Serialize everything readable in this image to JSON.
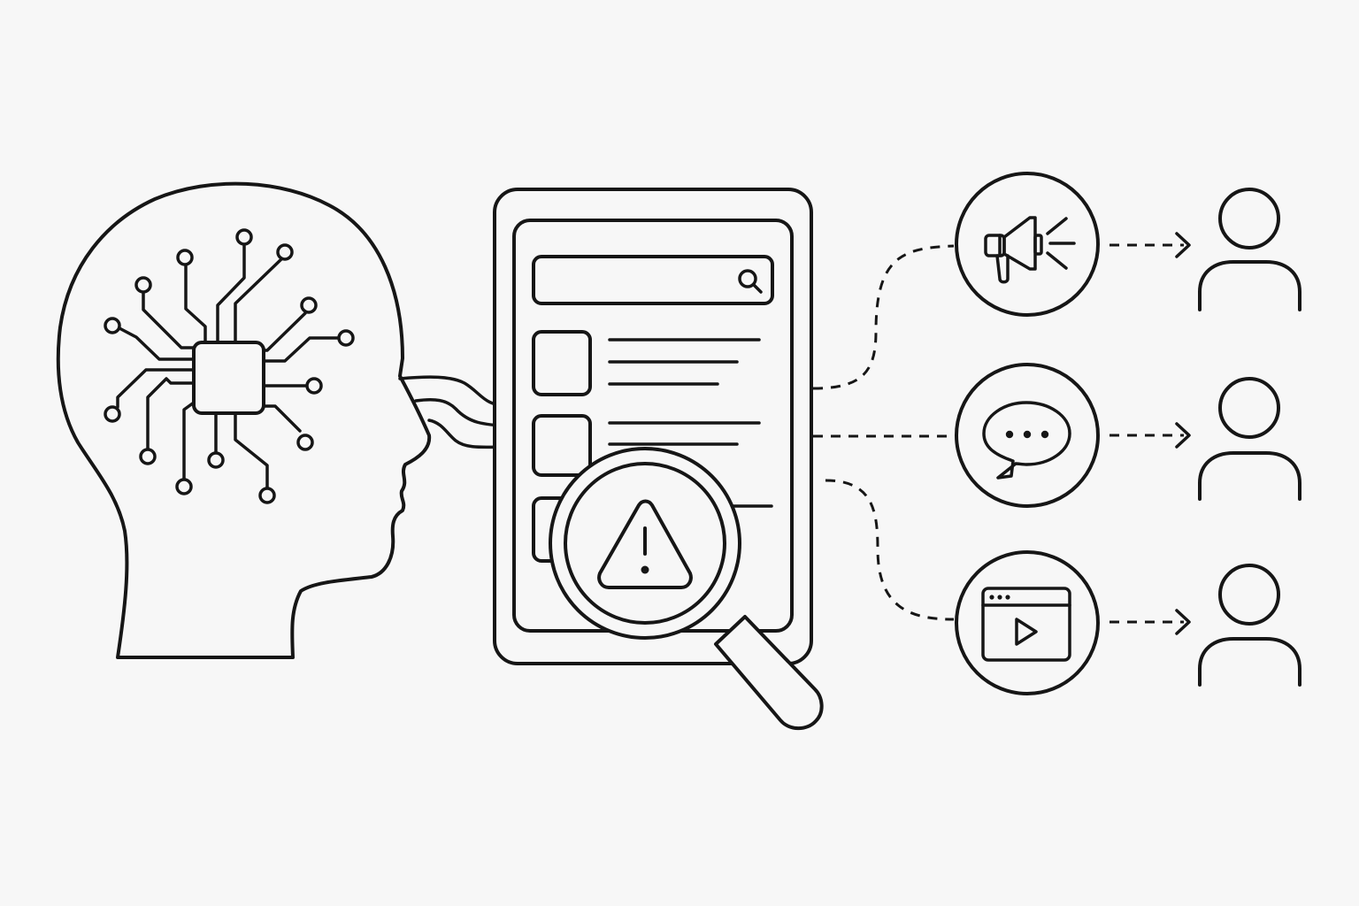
{
  "colors": {
    "background": "#f7f7f7",
    "stroke": "#161616"
  },
  "nodes": {
    "source": {
      "icon": "ai-head-circuit-icon"
    },
    "content": {
      "icon": "content-feed-phone-icon"
    },
    "inspection": {
      "icon": "magnifier-warning-icon"
    },
    "channels": [
      {
        "icon": "megaphone-icon"
      },
      {
        "icon": "chat-bubble-icon"
      },
      {
        "icon": "video-player-icon"
      }
    ],
    "audience": [
      {
        "icon": "user-icon"
      },
      {
        "icon": "user-icon"
      },
      {
        "icon": "user-icon"
      }
    ]
  },
  "edges": [
    {
      "from": "source",
      "to": "content",
      "style": "solid-double"
    },
    {
      "from": "content",
      "to": "channel-1",
      "style": "dashed"
    },
    {
      "from": "content",
      "to": "channel-2",
      "style": "dashed"
    },
    {
      "from": "content",
      "to": "channel-3",
      "style": "dashed"
    },
    {
      "from": "channel-1",
      "to": "user-1",
      "style": "dashed-arrow"
    },
    {
      "from": "channel-2",
      "to": "user-2",
      "style": "dashed-arrow"
    },
    {
      "from": "channel-3",
      "to": "user-3",
      "style": "dashed-arrow"
    }
  ]
}
